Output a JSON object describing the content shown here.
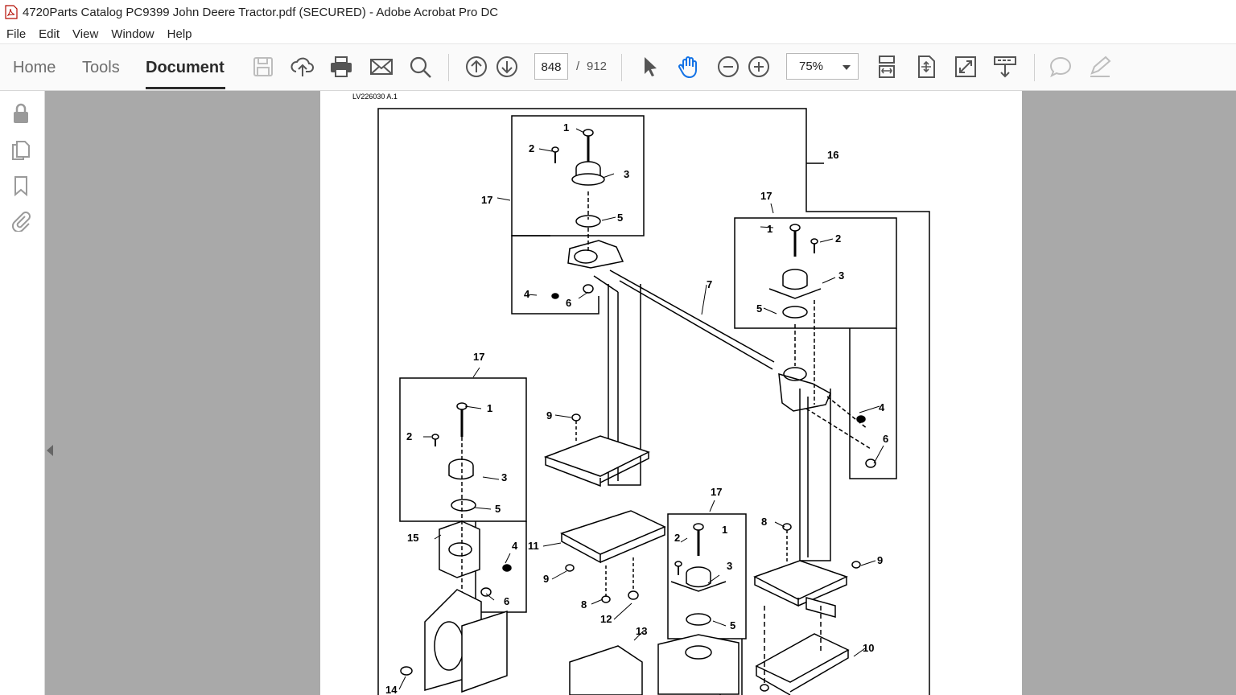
{
  "window": {
    "title": "4720Parts Catalog PC9399 John Deere  Tractor.pdf (SECURED) - Adobe Acrobat Pro DC"
  },
  "menu": [
    "File",
    "Edit",
    "View",
    "Window",
    "Help"
  ],
  "tabs": {
    "home": "Home",
    "tools": "Tools",
    "document": "Document"
  },
  "toolbar": {
    "page_current": "848",
    "page_separator": "/",
    "page_total": "912",
    "zoom": "75%",
    "icons": [
      "save-icon",
      "cloud-upload-icon",
      "print-icon",
      "email-icon",
      "search-icon",
      "arrow-up-icon",
      "arrow-down-icon",
      "select-cursor-icon",
      "hand-tool-icon",
      "zoom-out-icon",
      "zoom-in-icon",
      "scroll-mode-icon",
      "fit-page-icon",
      "full-screen-icon",
      "read-mode-icon",
      "comment-icon",
      "sign-icon"
    ]
  },
  "left_panel": {
    "icons": [
      "lock-icon",
      "pages-icon",
      "bookmark-icon",
      "attachment-icon"
    ]
  },
  "document": {
    "figure_id": "LV226030 A.1",
    "callouts": [
      "1",
      "2",
      "3",
      "4",
      "5",
      "6",
      "7",
      "8",
      "9",
      "10",
      "11",
      "12",
      "13",
      "14",
      "15",
      "16",
      "17"
    ]
  }
}
